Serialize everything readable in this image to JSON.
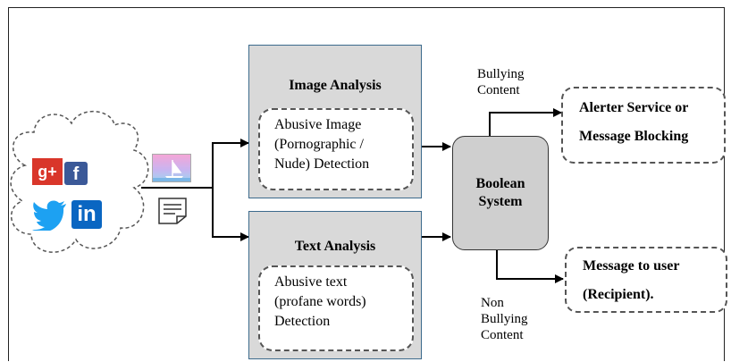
{
  "image_analysis": {
    "title": "Image Analysis",
    "lines": [
      "Abusive Image",
      "(Pornographic /",
      "Nude) Detection"
    ]
  },
  "text_analysis": {
    "title": "Text Analysis",
    "lines": [
      "Abusive text",
      "(profane words)",
      "Detection"
    ]
  },
  "boolean_system": {
    "lines": [
      "Boolean",
      "System"
    ]
  },
  "bullying_label": [
    "Bullying",
    "Content"
  ],
  "non_bullying_label": [
    "Non",
    "Bullying",
    "Content"
  ],
  "alert_box": [
    "Alerter Service or",
    "Message Blocking"
  ],
  "message_box": [
    "Message to user",
    "(Recipient)."
  ],
  "social_icons": [
    "google-plus-icon",
    "facebook-icon",
    "twitter-icon",
    "linkedin-icon"
  ],
  "colors": {
    "google": "#d9362a",
    "facebook": "#3b5998",
    "twitter": "#1da1f2",
    "linkedin": "#0a66c2",
    "box_border": "#3c6a8c",
    "fill_gray": "#d9d9d9"
  }
}
